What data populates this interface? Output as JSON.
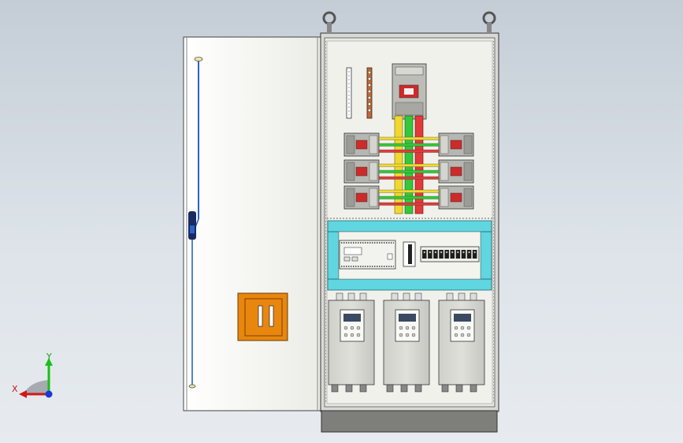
{
  "viewport": {
    "background_top": "#c4cdd6",
    "background_bottom": "#e7ebef"
  },
  "cabinet": {
    "door": {
      "color": "#f4f5ef",
      "handle_color": "#2a63c9",
      "lock_color": "#1b2a60"
    },
    "pocket": {
      "color": "#e8860e"
    },
    "busbars": [
      "#f0d830",
      "#35c838",
      "#e23a3a"
    ],
    "plc_tray_color": "#5fd6e0",
    "plinth_color": "#7e7f7b"
  },
  "breakers": {
    "rows": 3
  },
  "terminal_block": {
    "count": 10
  },
  "vfd": {
    "count": 3,
    "body_color": "#d6d6d0"
  },
  "triad": {
    "x_label": "X",
    "y_label": "Y",
    "x_color": "#d01818",
    "y_color": "#18c018",
    "z_color": "#1838d8",
    "plane_color": "#9aa0a6"
  }
}
